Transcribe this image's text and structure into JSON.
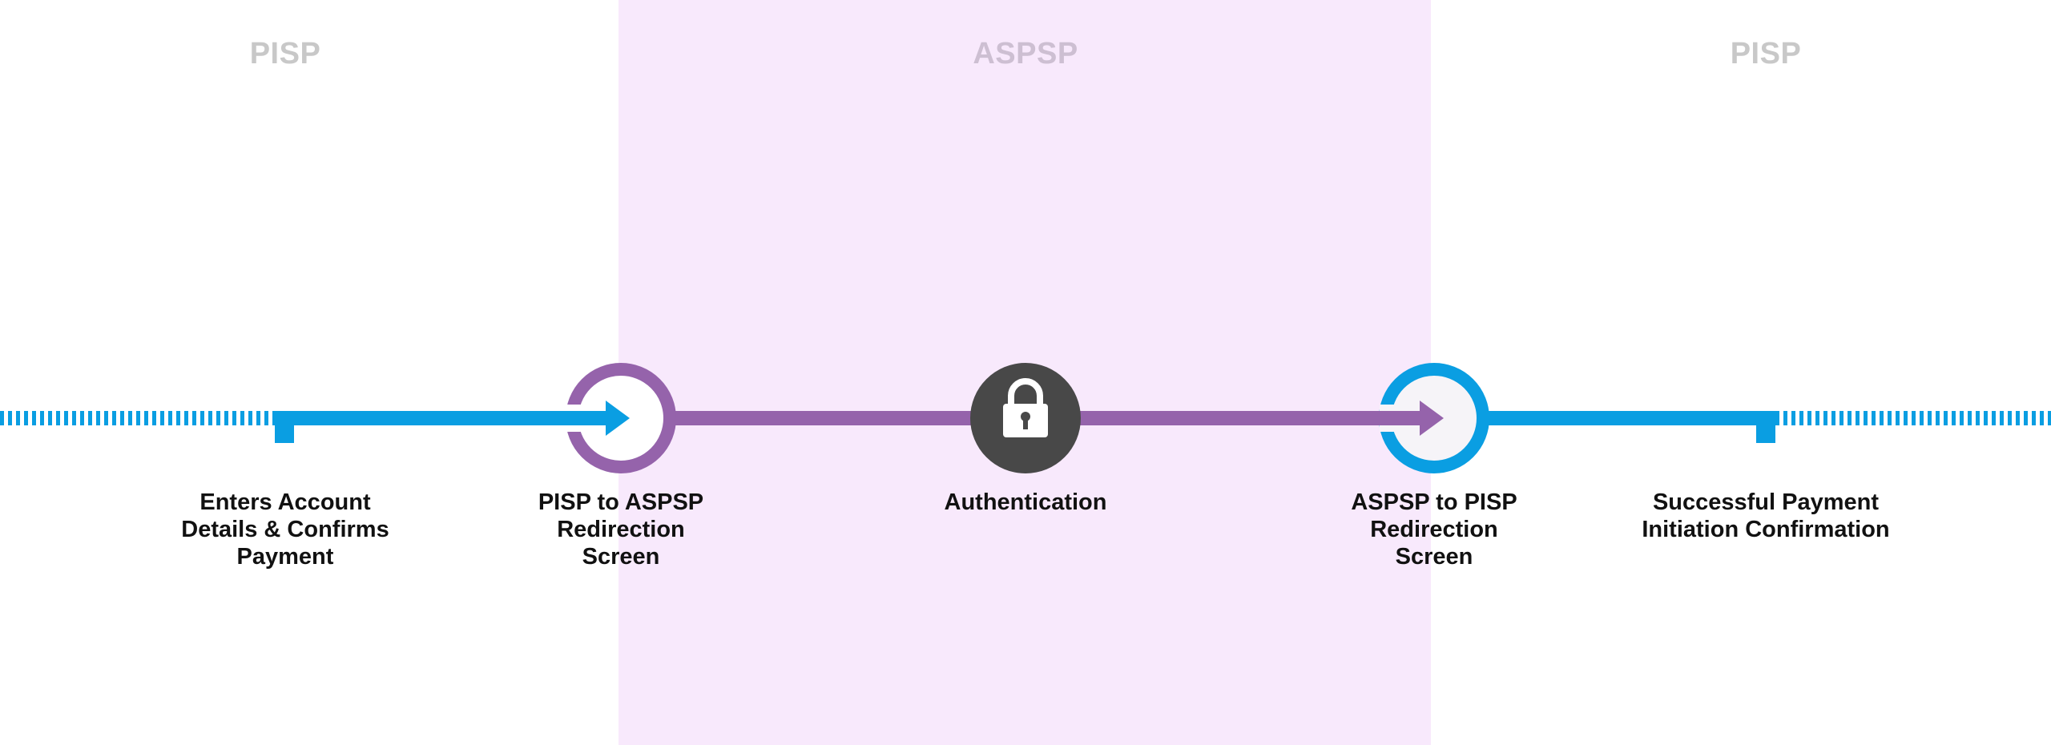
{
  "lanes": {
    "left": "PISP",
    "middle": "ASPSP",
    "right": "PISP"
  },
  "steps": [
    {
      "label": "Enters Account\nDetails & Confirms\nPayment",
      "icon": "start-marker"
    },
    {
      "label": "PISP to ASPSP\nRedirection\nScreen",
      "icon": "redirect-ring-icon"
    },
    {
      "label": "Authentication",
      "icon": "padlock-icon"
    },
    {
      "label": "ASPSP to PISP\nRedirection\nScreen",
      "icon": "redirect-ring-icon"
    },
    {
      "label": "Successful Payment\nInitiation Confirmation",
      "icon": "end-marker"
    }
  ],
  "colors": {
    "pisp_blue": "#0a9ee2",
    "aspsp_purple": "#9563ab",
    "aspsp_zone": "#f8e9fc",
    "lock_circle": "#484848",
    "lane_title": "#c8c8c8"
  }
}
